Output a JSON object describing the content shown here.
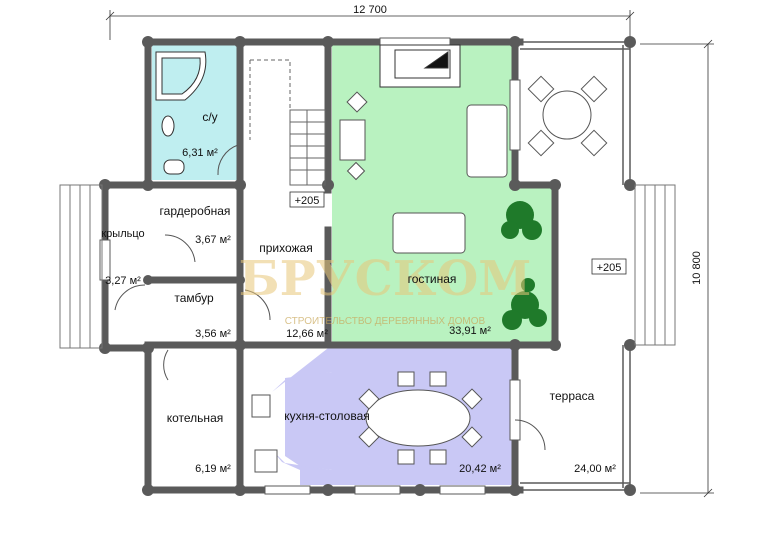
{
  "dimensions": {
    "width": "12 700",
    "height": "10 800"
  },
  "colors": {
    "bathroom": "#bfeef0",
    "living": "#b9f2c0",
    "kitchen": "#c9c8f5",
    "wall": "#5a5a5a",
    "watermark": "#e8c77a"
  },
  "rooms": {
    "bathroom": {
      "name": "с/у",
      "area": "6,31 м²"
    },
    "wardrobe": {
      "name": "гардеробная",
      "area": "3,67 м²"
    },
    "porch": {
      "name": "крыльцо",
      "area": "3,27 м²"
    },
    "vestibule": {
      "name": "тамбур",
      "area": "3,56 м²"
    },
    "hallway": {
      "name": "прихожая",
      "area": "12,66 м²"
    },
    "living": {
      "name": "гостиная",
      "area": "33,91 м²"
    },
    "boiler": {
      "name": "котельная",
      "area": "6,19 м²"
    },
    "kitchen": {
      "name": "кухня-столовая",
      "area": "20,42 м²"
    },
    "terrace": {
      "name": "терраса",
      "area": "24,00 м²"
    }
  },
  "levels": {
    "hall": "+205",
    "terrace": "+205"
  },
  "watermark": {
    "brand": "БРУСКОМ",
    "tagline": "СТРОИТЕЛЬСТВО ДЕРЕВЯННЫХ ДОМОВ"
  }
}
